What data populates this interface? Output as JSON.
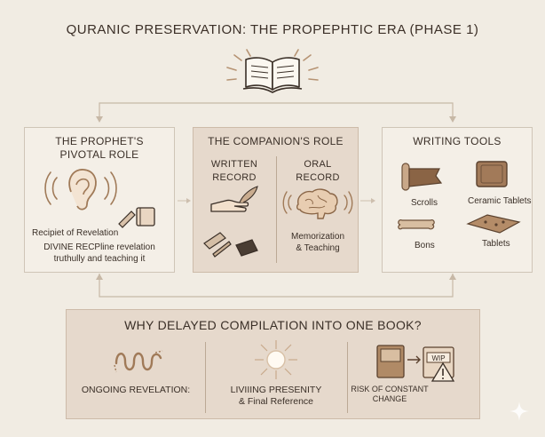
{
  "title": "QURANIC PRESERVATION: THE PROPEPHTIC ERA (PHASE 1)",
  "panels": {
    "prophet": {
      "heading_line1": "THE PROPHET'S",
      "heading_line2": "PIVOTAL ROLE",
      "label": "Recipiet of Revelation",
      "desc_line1": "DIVINE RECPline revelation",
      "desc_line2": "truthully and teaching it",
      "icons": [
        "ear-icon",
        "pen-icon",
        "book-icon"
      ]
    },
    "companions": {
      "heading": "THE COMPANION'S ROLE",
      "written_line1": "WRITTEN",
      "written_line2": "RECORD",
      "oral_line1": "ORAL",
      "oral_line2": "RECORD",
      "oral_desc_line1": "Memorization",
      "oral_desc_line2": "& Teaching",
      "icons": [
        "hand-quill-icon",
        "tablets-icon",
        "book-icon",
        "brain-icon"
      ]
    },
    "tools": {
      "heading": "WRITING TOOLS",
      "items": [
        {
          "label": "Scrolls",
          "icon": "scroll-icon"
        },
        {
          "label": "Ceramic Tablets",
          "icon": "ceramic-tablet-icon"
        },
        {
          "label": "Bons",
          "icon": "bone-icon"
        },
        {
          "label": "Tablets",
          "icon": "tablet-icon"
        }
      ]
    }
  },
  "bottom": {
    "heading": "WHY DELAYED COMPILATION INTO ONE BOOK?",
    "items": [
      {
        "line1": "ONGOING REVELATION:",
        "line2": "",
        "icon": "wave-icon"
      },
      {
        "line1": "LIVIIING PRESENITY",
        "line2": "& Final Reference",
        "icon": "sun-icon"
      },
      {
        "line1": "RISK OF CONSTANT",
        "line2": "CHANGE",
        "icon": "document-warning-icon"
      }
    ],
    "badge_text": "WIP"
  },
  "colors": {
    "background": "#f1ece3",
    "panel": "#f4efe7",
    "panel_shaded": "#e6d9cc",
    "ink": "#3a2f27",
    "accent": "#a07a58"
  }
}
